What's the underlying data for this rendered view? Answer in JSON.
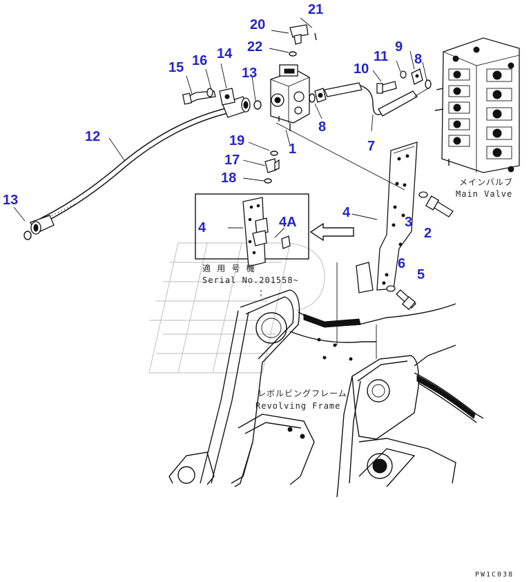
{
  "callouts": {
    "c1": "1",
    "c2": "2",
    "c3": "3",
    "c4a": "4",
    "c4b": "4",
    "c4A": "4A",
    "c5": "5",
    "c6": "6",
    "c7": "7",
    "c8a": "8",
    "c8b": "8",
    "c9": "9",
    "c10": "10",
    "c11": "11",
    "c12": "12",
    "c13a": "13",
    "c13b": "13",
    "c14": "14",
    "c15": "15",
    "c16": "16",
    "c17": "17",
    "c18": "18",
    "c19": "19",
    "c20": "20",
    "c21": "21",
    "c22": "22"
  },
  "labels": {
    "main_valve_jp": "メインバルブ",
    "main_valve_en": "Main Valve",
    "serial_jp": "適 用 号 機",
    "serial_en": "Serial No.201558~",
    "frame_jp": "レボルビングフレーム",
    "frame_en": "Revolving Frame"
  },
  "drawing_code": "PW1C038",
  "colors": {
    "callout": "#2424c8",
    "line": "#111111",
    "watermark": "#c8c8c8"
  }
}
